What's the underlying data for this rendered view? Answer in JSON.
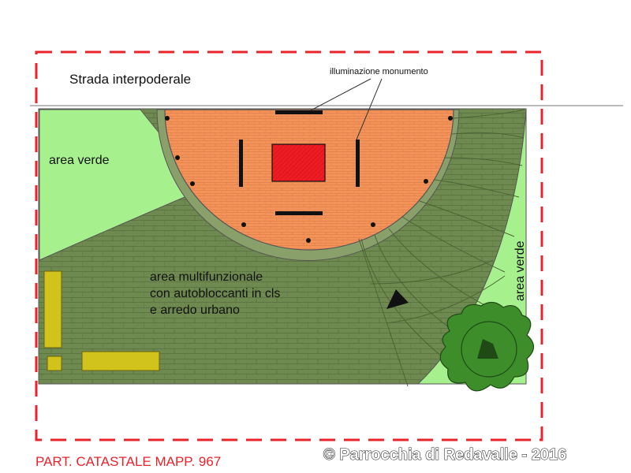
{
  "labels": {
    "road": "Strada interpoderale",
    "lighting": "illuminazione monumento",
    "green_area_left": "area verde",
    "green_area_right": "area verde",
    "multi_area": [
      "area multifunzionale",
      "con autobloccanti in cls",
      "e arredo urbano"
    ],
    "parcel": "PART. CATASTALE MAPP. 967",
    "copyright": "© Parrocchia di Redavalle - 2016"
  },
  "colors": {
    "boundary": "#e8232a",
    "paving": "#6f8a50",
    "green": "#a6f08e",
    "piazza": "#f3935a",
    "monument": "#ef1c24",
    "bench": "#d1c21c",
    "tree": "#3d8e2a",
    "parcel_text": "#e8232a"
  }
}
